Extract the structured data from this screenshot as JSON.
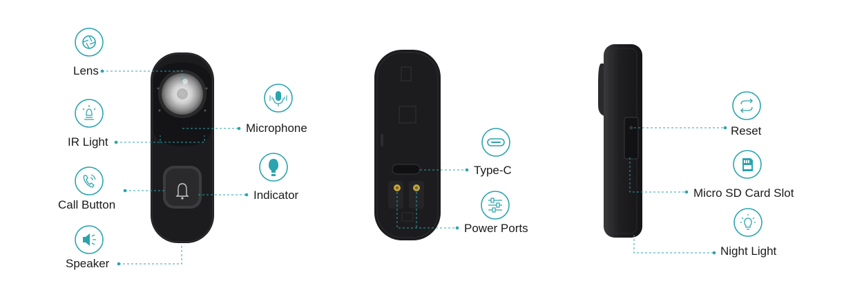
{
  "colors": {
    "accent": "#2aa4ad",
    "device": "#1c1c1e",
    "device_edge": "#2b2b2d"
  },
  "front_view": {
    "callouts": [
      {
        "label": "Lens",
        "icon": "lens-aperture-icon"
      },
      {
        "label": "IR Light",
        "icon": "ir-light-icon"
      },
      {
        "label": "Call Button",
        "icon": "phone-call-icon"
      },
      {
        "label": "Speaker",
        "icon": "speaker-icon"
      },
      {
        "label": "Microphone",
        "icon": "microphone-icon"
      },
      {
        "label": "Indicator",
        "icon": "light-bulb-icon"
      }
    ]
  },
  "back_view": {
    "callouts": [
      {
        "label": "Type-C",
        "icon": "usb-c-icon"
      },
      {
        "label": "Power Ports",
        "icon": "sliders-icon"
      }
    ]
  },
  "side_view": {
    "callouts": [
      {
        "label": "Reset",
        "icon": "reset-icon"
      },
      {
        "label": "Micro SD Card Slot",
        "icon": "sd-card-icon"
      },
      {
        "label": "Night Light",
        "icon": "night-light-icon"
      }
    ]
  }
}
